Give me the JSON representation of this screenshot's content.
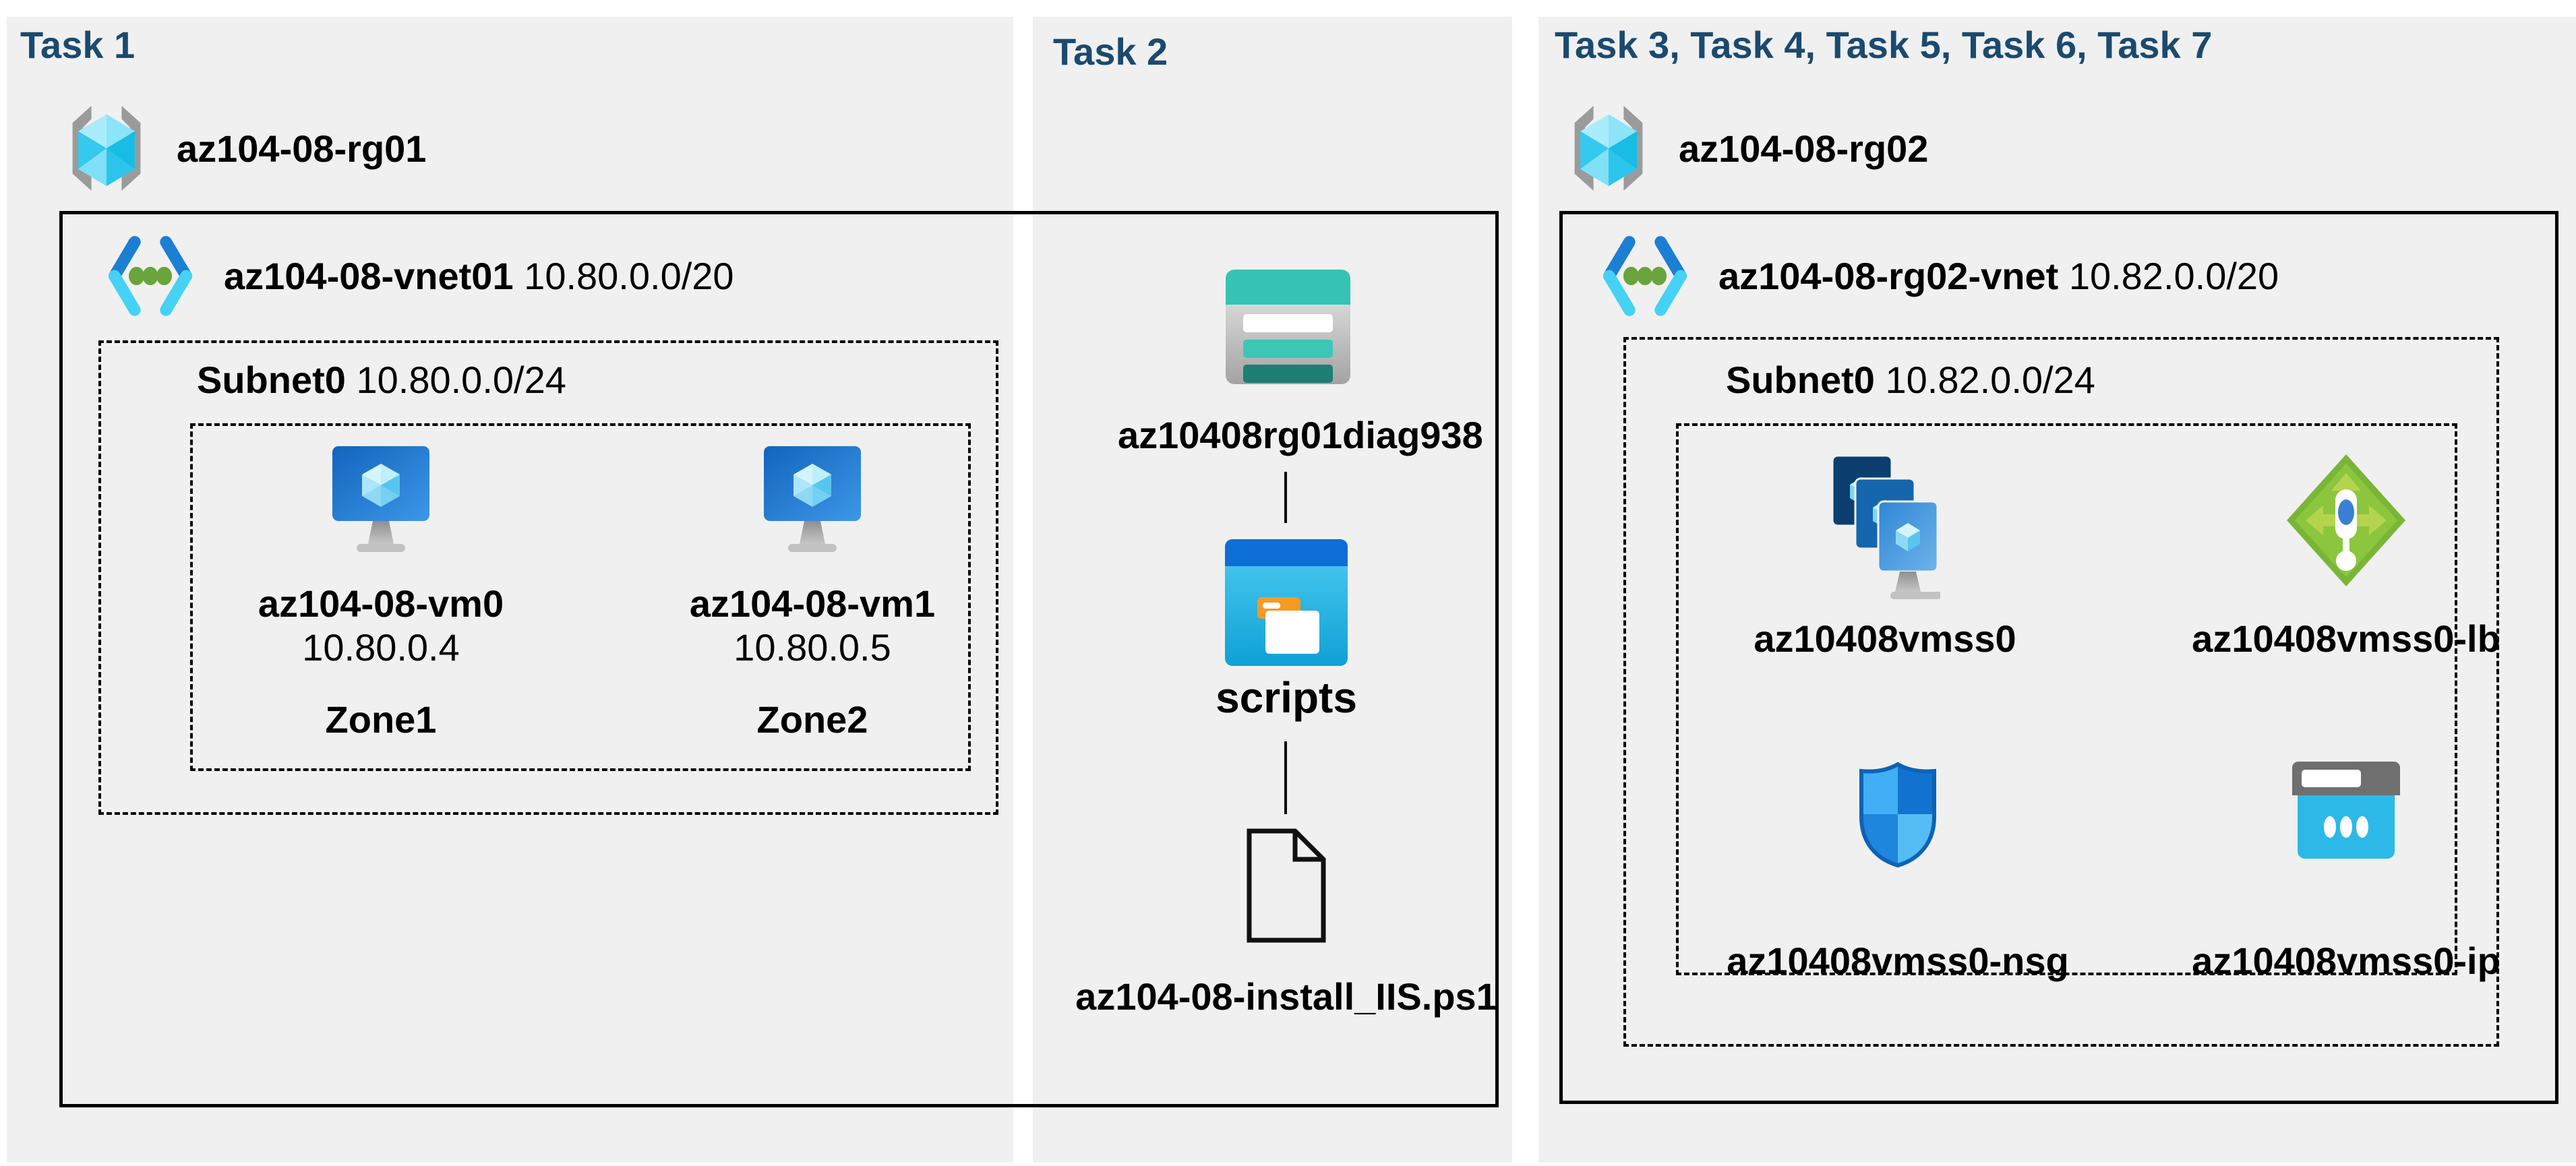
{
  "tasks": {
    "task1": {
      "title": "Task 1",
      "resource_group": "az104-08-rg01",
      "vnet": {
        "name": "az104-08-vnet01",
        "cidr": "10.80.0.0/20"
      },
      "subnet": {
        "name": "Subnet0",
        "cidr": "10.80.0.0/24"
      },
      "vms": [
        {
          "name": "az104-08-vm0",
          "ip": "10.80.0.4",
          "zone": "Zone1"
        },
        {
          "name": "az104-08-vm1",
          "ip": "10.80.0.5",
          "zone": "Zone2"
        }
      ]
    },
    "task2": {
      "title": "Task 2",
      "storage_account": "az10408rg01diag938",
      "container": "scripts",
      "script_file": "az104-08-install_IIS.ps1"
    },
    "task3": {
      "title": "Task 3, Task 4, Task 5, Task 6, Task 7",
      "resource_group": "az104-08-rg02",
      "vnet": {
        "name": "az104-08-rg02-vnet",
        "cidr": "10.82.0.0/20"
      },
      "subnet": {
        "name": "Subnet0",
        "cidr": "10.82.0.0/24"
      },
      "resources": [
        {
          "name": "az10408vmss0",
          "icon": "vmss-icon"
        },
        {
          "name": "az10408vmss0-lb",
          "icon": "load-balancer-icon"
        },
        {
          "name": "az10408vmss0-nsg",
          "icon": "network-security-group-icon"
        },
        {
          "name": "az10408vmss0-ip",
          "icon": "public-ip-icon"
        }
      ]
    }
  },
  "icons": [
    "resource-group-icon",
    "virtual-network-icon",
    "virtual-machine-icon",
    "storage-account-icon",
    "blob-container-folder-icon",
    "script-file-icon",
    "vmss-icon",
    "load-balancer-icon",
    "network-security-group-icon",
    "public-ip-icon"
  ],
  "colors": {
    "panel_bg": "#f0f0f0",
    "title_blue": "#1b4a6f",
    "teal": "#36c3b3",
    "teal_dark": "#1e7e74",
    "folder_blue": "#0c6ed6",
    "folder_cyan": "#27b7e8",
    "tab_orange": "#f59a23",
    "vm_blue": "#1a73cf",
    "lb_green": "#79b637",
    "nsg_blue": "#1272cf",
    "ip_cyan": "#2cb9e8",
    "bracket_gray": "#9b9b9b",
    "vnet_dot_green": "#6aa43d"
  }
}
